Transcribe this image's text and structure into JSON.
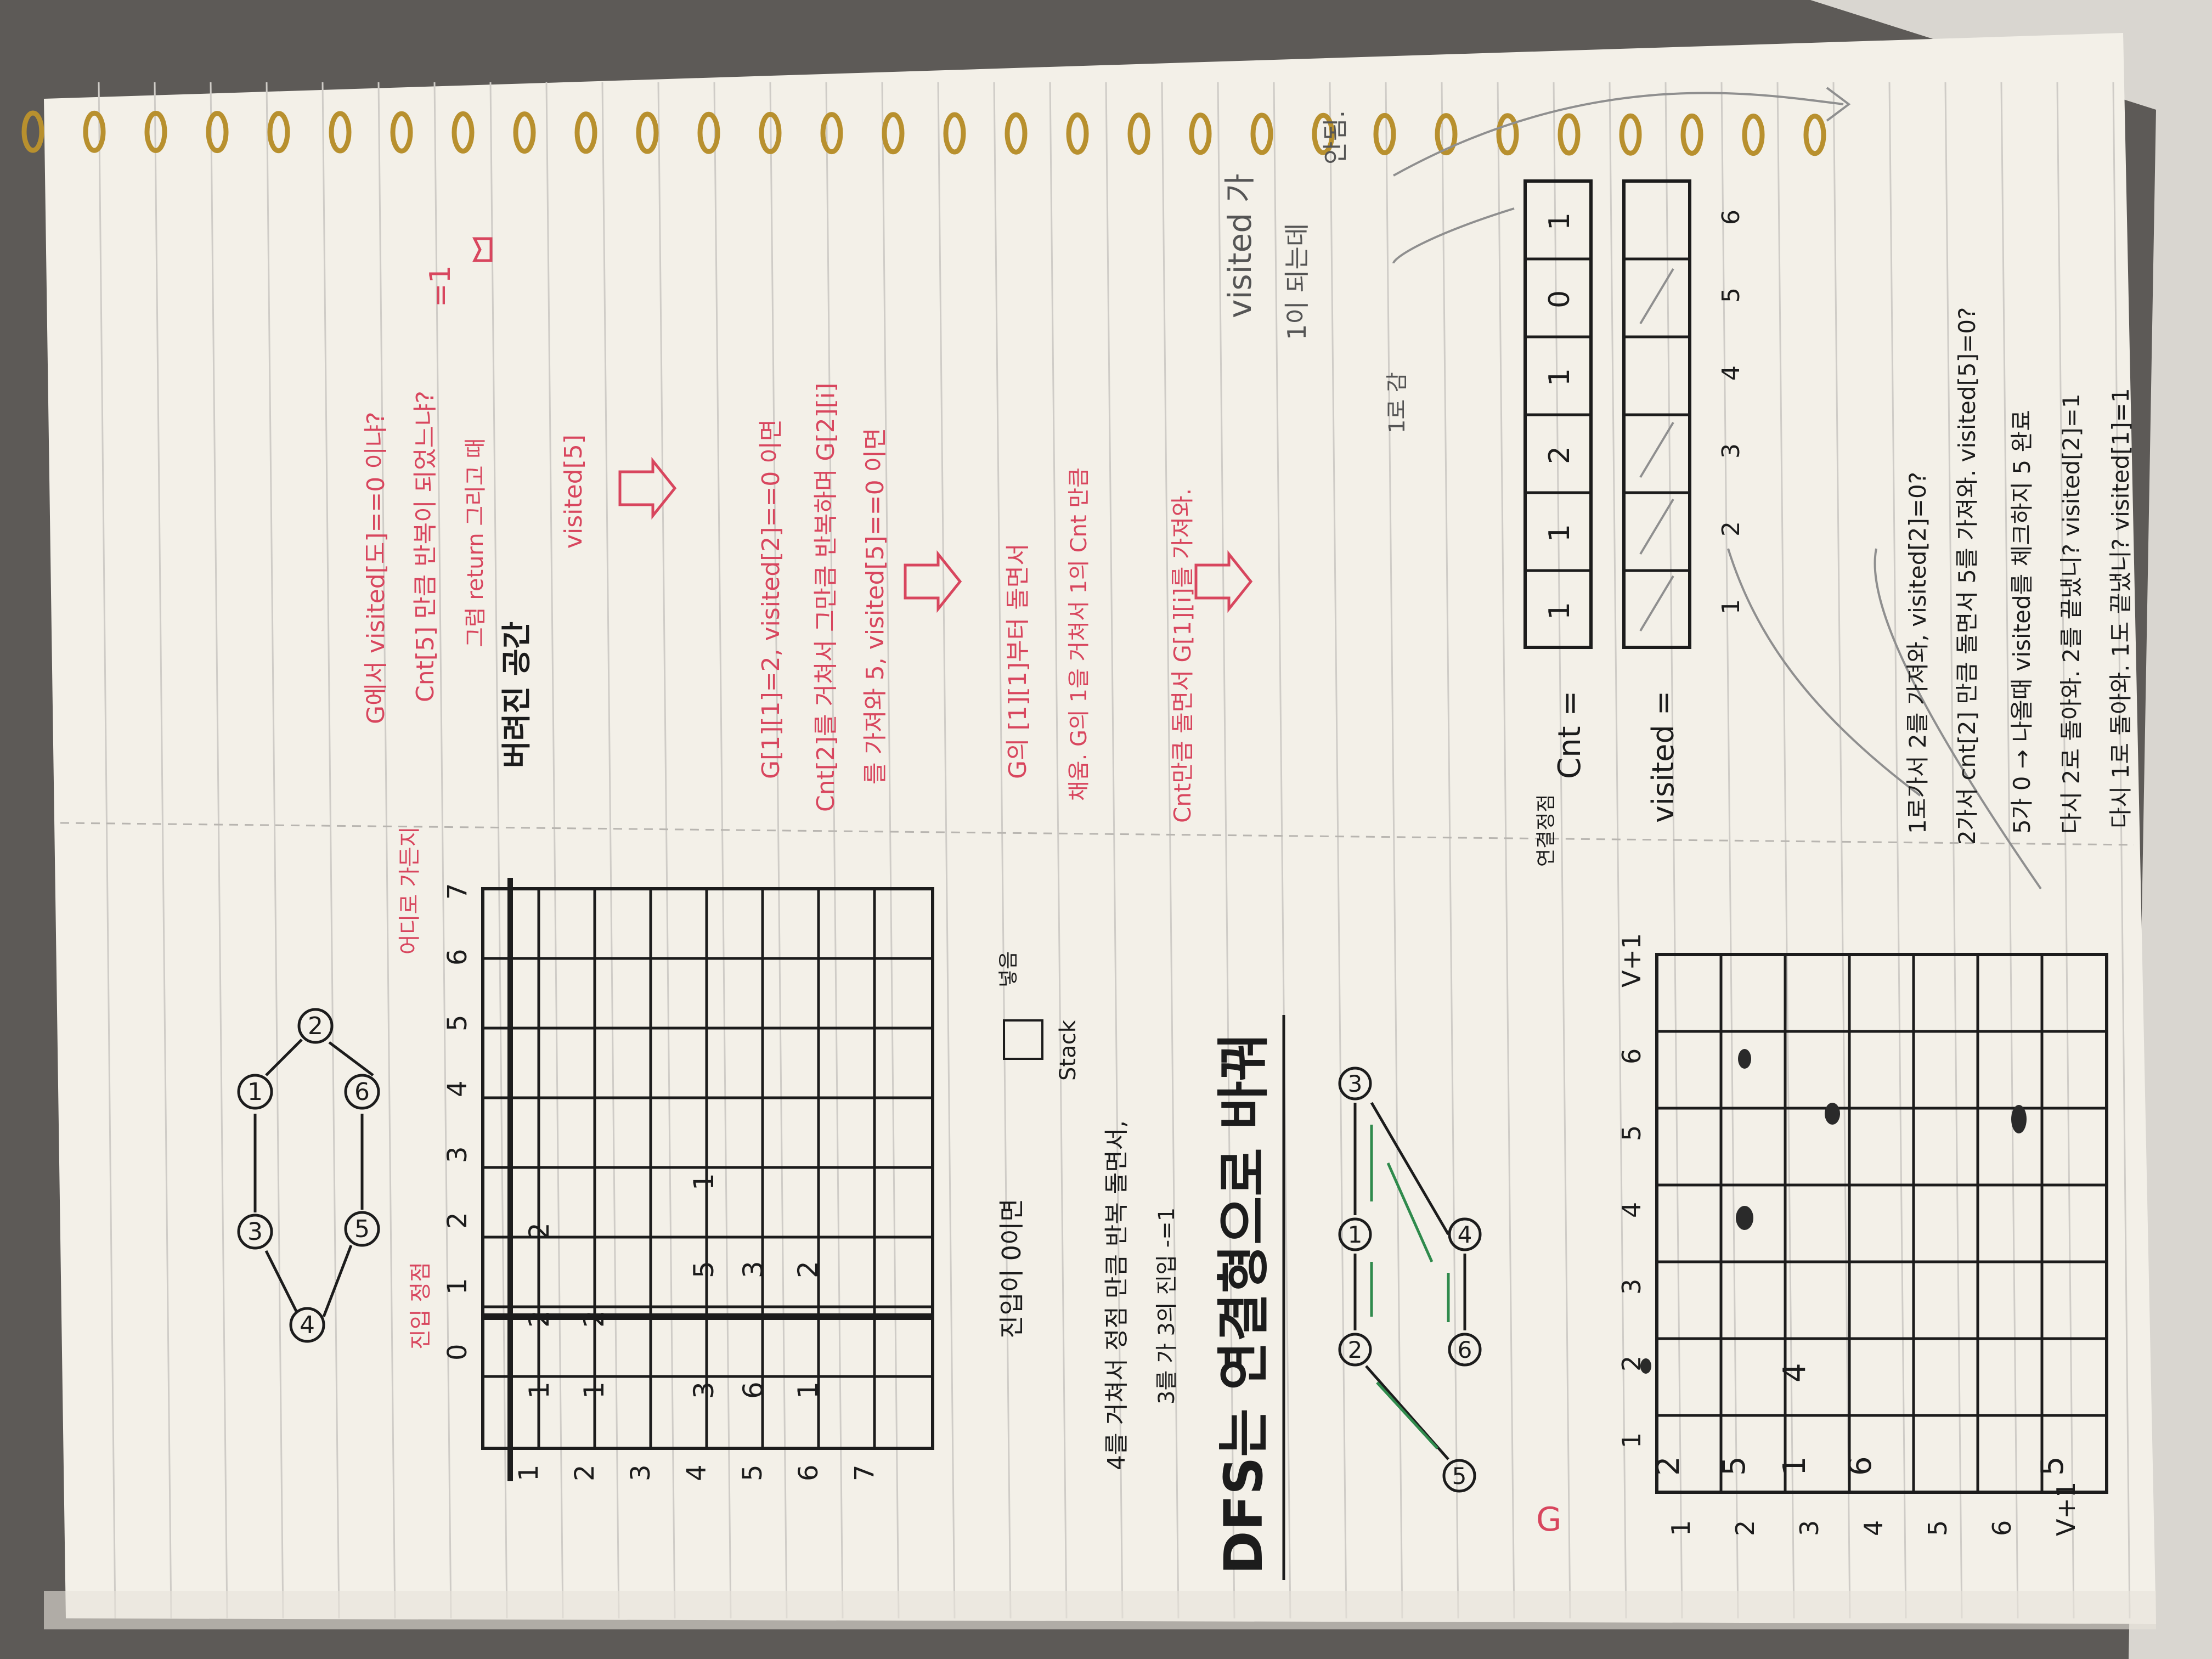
{
  "colors": {
    "paper": "#f3f0e8",
    "rule_line": "#c9c6c2",
    "ink_black": "#1c1c1c",
    "ink_red": "#d8465e",
    "ink_green": "#2f8a4c",
    "ink_pencil": "#8f8f8f",
    "spiral": "#b8902e",
    "table": "#f1eee9",
    "background_dark": "#5d5a57"
  },
  "graph": {
    "nodes": [
      "4",
      "3",
      "1",
      "2",
      "5",
      "6"
    ],
    "label": "어디로 가든지"
  },
  "stack_table": {
    "header_label": "진입 정점",
    "col_headers": [
      "0",
      "1",
      "2",
      "3",
      "4",
      "5",
      "6",
      "7"
    ],
    "row_labels": [
      "1",
      "2",
      "3",
      "4",
      "5",
      "6",
      "7"
    ],
    "values": [
      "1",
      "2",
      "2",
      "1",
      "2",
      "3",
      "5",
      "1",
      "3",
      "6",
      "1",
      "2"
    ],
    "axis_label": "버려진 공간"
  },
  "notes_red": [
    "G에서 visited[도]==0 이냐?",
    "Cnt[5] 만큼 반복이 되었느냐?",
    "그럼 return 그리고 때",
    "visited[5]",
    "=1",
    "G[1][1]=2, visited[2]==0 이면",
    "Cnt[2]를 거쳐서 그만큼 반복하며 G[2][i]",
    "를 가져와 5, visited[5]==0 이면",
    "G의 [1][1]부터 돌면서",
    "채움. G의 1을 거쳐서 1의 Cnt 만큼",
    "Cnt만큼 돌면서 G[1][i]를 가져와."
  ],
  "notes_black_mid": [
    "진입이 0이면",
    "넣음",
    "Stack",
    "4를 거쳐서 정점 만큼 반복 돌면서,",
    "3를 가 3의 진입 -=1"
  ],
  "dfs_title": "DFS는 연결형으로 바꿔",
  "dfs_graph_nodes": [
    "5",
    "2",
    "1",
    "3",
    "6",
    "4"
  ],
  "g_matrix": {
    "label": "G",
    "col_headers": [
      "1",
      "2",
      "3",
      "4",
      "5",
      "6",
      "V+1"
    ],
    "row_labels": [
      "1",
      "2",
      "3",
      "4",
      "5",
      "6",
      "V+1"
    ],
    "values": [
      "2",
      "5",
      "1",
      "4",
      "6",
      "5"
    ]
  },
  "cnt_array": {
    "label": "Cnt =",
    "values": [
      "1",
      "1",
      "2",
      "1",
      "0",
      "1"
    ],
    "indexes": [
      "1",
      "2",
      "3",
      "4",
      "5",
      "6"
    ]
  },
  "visited_array": {
    "label": "visited =",
    "note": "연결정점"
  },
  "notes_right": [
    "visited 가",
    "1이 되는데",
    "안됨.",
    "1로 감"
  ],
  "notes_bottom": [
    "1로가서 2를 가져와, visited[2]=0?",
    "2가서 cnt[2] 만큼 돌면서 5를 가져와. visited[5]=0?",
    "5가 0 → 나올때 visited를 체크하지 5 완료",
    "다시 2로 돌아와. 2를 끝냈니? visited[2]=1",
    "다시 1로 돌아와. 1도 끝냈니? visited[1]=1"
  ]
}
